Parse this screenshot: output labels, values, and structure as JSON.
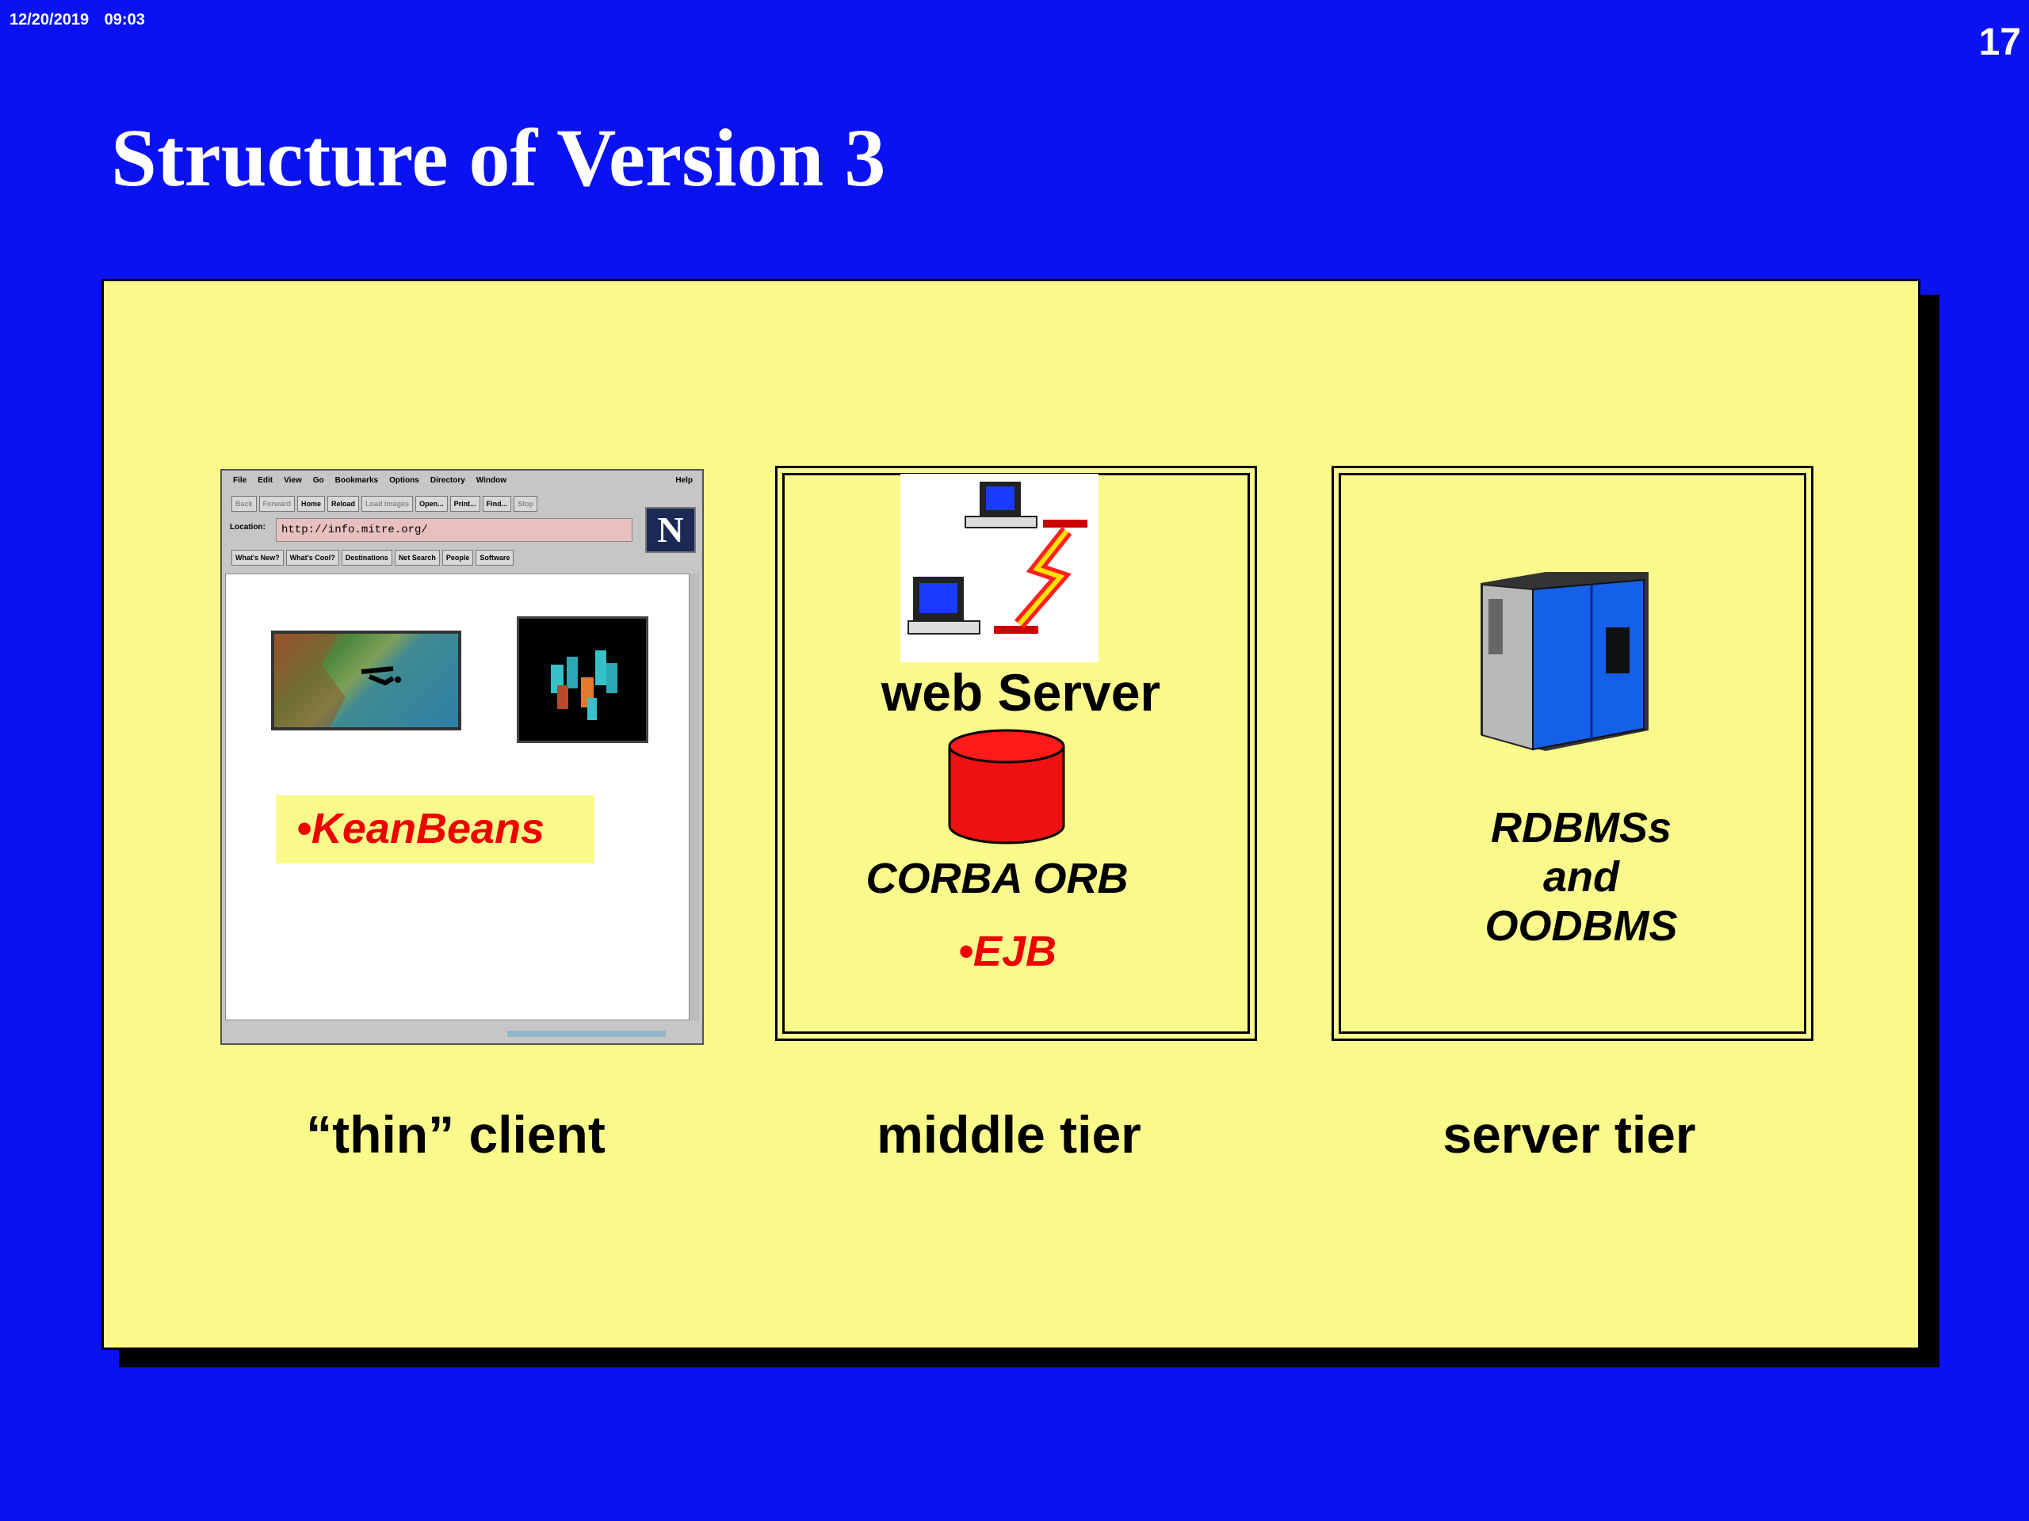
{
  "header": {
    "date": "12/20/2019",
    "time": "09:03",
    "slide_number": "17"
  },
  "title": "Structure of Version 3",
  "browser": {
    "menu": [
      "File",
      "Edit",
      "View",
      "Go",
      "Bookmarks",
      "Options",
      "Directory",
      "Window"
    ],
    "help": "Help",
    "toolbar": [
      "Back",
      "Forward",
      "Home",
      "Reload",
      "Load Images",
      "Open...",
      "Print...",
      "Find...",
      "Stop"
    ],
    "location_label": "Location:",
    "url": "http://info.mitre.org/",
    "logo": "N",
    "directory_buttons": [
      "What's New?",
      "What's Cool?",
      "Destinations",
      "Net Search",
      "People",
      "Software"
    ]
  },
  "client": {
    "bullet": "•",
    "label": "KeanBeans",
    "caption": "“thin” client"
  },
  "middle": {
    "web_server": "web Server",
    "corba": "CORBA ORB",
    "ejb_bullet": "•",
    "ejb": "EJB",
    "caption": "middle tier"
  },
  "server": {
    "db_line1": "RDBMSs",
    "db_line2": "and",
    "db_line3": "OODBMS",
    "caption": "server tier"
  },
  "colors": {
    "background": "#0a12f2",
    "panel": "#fafa8c",
    "accent_red": "#e00000"
  }
}
